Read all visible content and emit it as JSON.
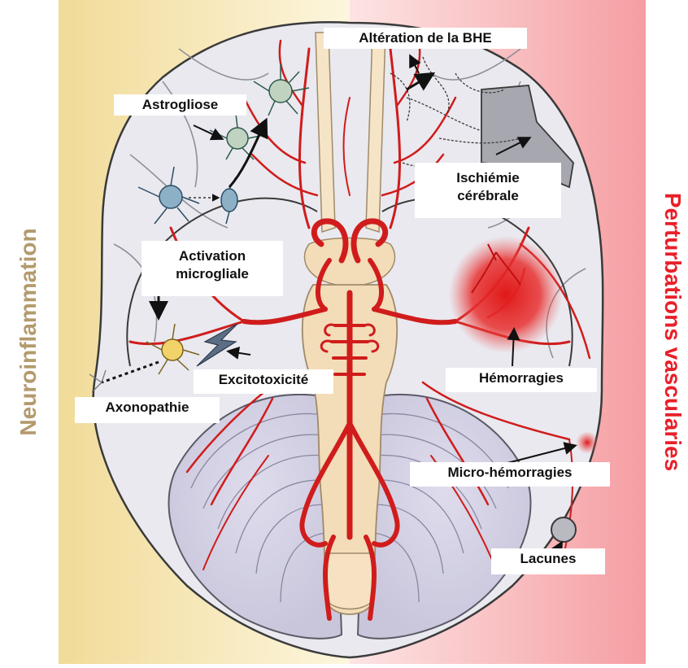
{
  "side_titles": {
    "left": "Neuroinflammation",
    "right": "Perturbations vascularies"
  },
  "labels": {
    "bhe": "Altération de la BHE",
    "astrogliose": "Astrogliose",
    "ischemie_1": "Ischiémie",
    "ischemie_2": "cérébrale",
    "activation_1": "Activation",
    "activation_2": "microgliale",
    "hemorragies": "Hémorragies",
    "excitotoxicite": "Excitotoxicité",
    "axonopathie": "Axonopathie",
    "micro_hemorragies": "Micro-hémorragies",
    "lacunes": "Lacunes"
  },
  "colors": {
    "left_panel": "#f3dfa0",
    "right_panel": "#f7b4b6",
    "left_title": "#b39a6d",
    "right_title": "#e8202a",
    "vessel": "#d01c1c",
    "brain": "#e7e7ee",
    "brain_outline": "#3a3a3a",
    "brainstem": "#f3dcb8"
  }
}
